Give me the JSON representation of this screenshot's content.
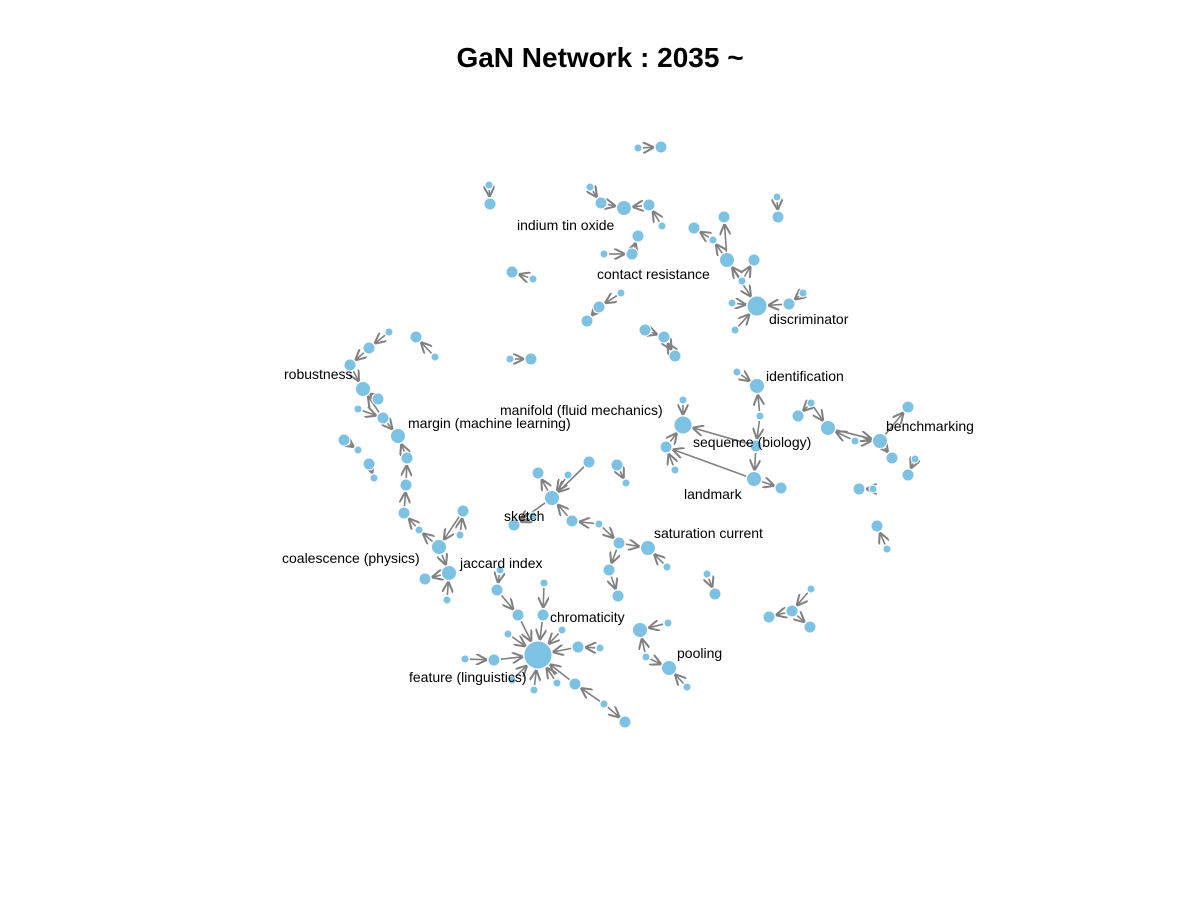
{
  "title": "GaN Network : 2035 ~",
  "colors": {
    "node": "#7dc1e3",
    "node_stroke": "#ffffff",
    "edge": "#808080",
    "label": "#000000"
  },
  "labels": {
    "indium_tin_oxide": "indium tin oxide",
    "contact_resistance": "contact resistance",
    "discriminator": "discriminator",
    "robustness": "robustness",
    "margin": "margin (machine learning)",
    "identification": "identification",
    "manifold": "manifold (fluid mechanics)",
    "benchmarking": "benchmarking",
    "sequence": "sequence (biology)",
    "landmark": "landmark",
    "sketch": "sketch",
    "saturation_current": "saturation current",
    "coalescence": "coalescence (physics)",
    "jaccard": "jaccard index",
    "chromaticity": "chromaticity",
    "pooling": "pooling",
    "feature": "feature (linguistics)"
  }
}
